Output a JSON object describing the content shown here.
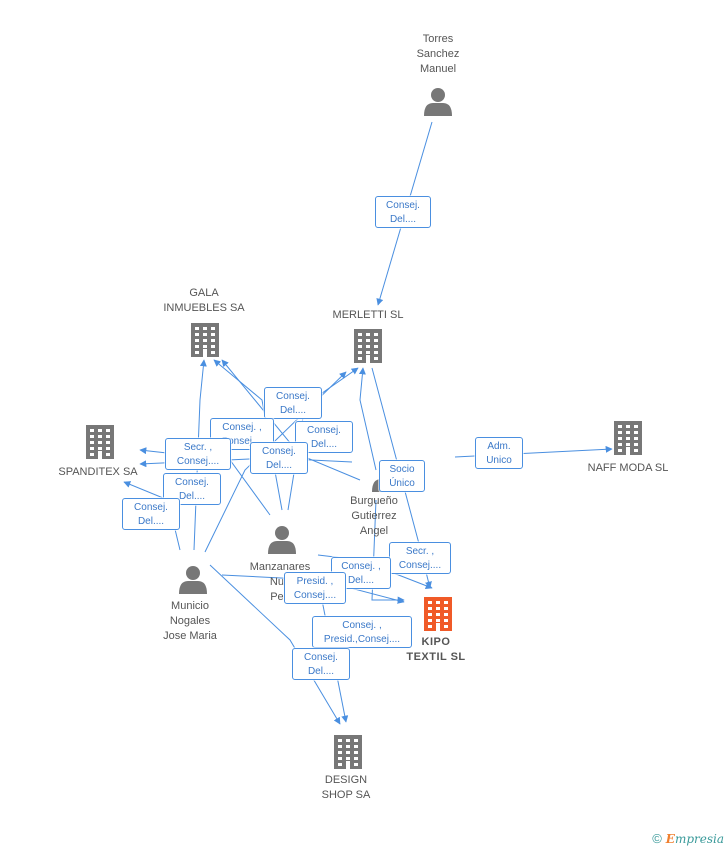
{
  "colors": {
    "edge": "#4a8fe0",
    "building": "#777777",
    "building_focus": "#f05a28",
    "person": "#777777"
  },
  "nodes": [
    {
      "id": "torres",
      "name": "torres-sanchez-manuel",
      "kind": "person",
      "label": "Torres\nSanchez\nManuel"
    },
    {
      "id": "merletti",
      "name": "merletti-sl",
      "kind": "company",
      "label": "MERLETTI SL"
    },
    {
      "id": "gala",
      "name": "gala-inmuebles-sa",
      "kind": "company",
      "label": "GALA\nINMUEBLES SA"
    },
    {
      "id": "spanditex",
      "name": "spanditex-sa",
      "kind": "company",
      "label": "SPANDITEX SA"
    },
    {
      "id": "naff",
      "name": "naff-moda-sl",
      "kind": "company",
      "label": "NAFF MODA SL"
    },
    {
      "id": "burgueno",
      "name": "burgueno-gutierrez-angel",
      "kind": "person",
      "label": "Burgueño\nGutierrez\nAngel"
    },
    {
      "id": "manzanares",
      "name": "manzanares-person",
      "kind": "person",
      "label": "Manzanares\nNun\nPed"
    },
    {
      "id": "municio",
      "name": "municio-nogales-jose-maria",
      "kind": "person",
      "label": "Municio\nNogales\nJose Maria"
    },
    {
      "id": "kipo",
      "name": "kipo-textil-sl",
      "kind": "company",
      "focus": true,
      "label": "KIPO\nTEXTIL SL"
    },
    {
      "id": "design",
      "name": "design-shop-sa",
      "kind": "company",
      "label": "DESIGN\nSHOP SA"
    }
  ],
  "edge_labels": [
    {
      "text": "Consej.\nDel...."
    },
    {
      "text": "Consej.\nDel...."
    },
    {
      "text": "Consej. ,\nConsej...."
    },
    {
      "text": "Consej.\nDel...."
    },
    {
      "text": "Secr. ,\nConsej...."
    },
    {
      "text": "Consej.\nDel...."
    },
    {
      "text": "Consej.\nDel...."
    },
    {
      "text": "Consej.\nDel...."
    },
    {
      "text": "Adm.\nUnico"
    },
    {
      "text": "Socio\nÚnico"
    },
    {
      "text": "Secr. ,\nConsej...."
    },
    {
      "text": "Consej. ,\nDel...."
    },
    {
      "text": "Presid. ,\nConsej...."
    },
    {
      "text": "Consej. ,\nPresid.,Consej...."
    },
    {
      "text": "Consej.\nDel...."
    }
  ],
  "credit": {
    "copyright": "©",
    "brand": "Empresia"
  }
}
